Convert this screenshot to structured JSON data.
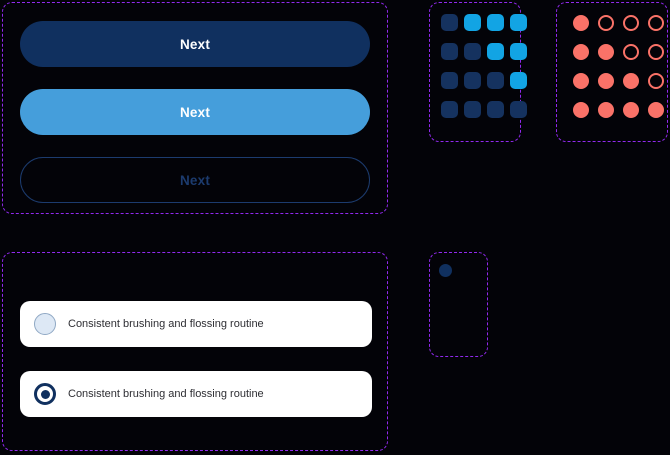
{
  "theme": {
    "background": "#030308",
    "panel_border": "#9129EE",
    "primary_navy": "#10305F",
    "secondary_blue": "#459EDB",
    "accent_cyan": "#12A4E4",
    "accent_salmon": "#FA7268",
    "card_background": "#FFFFFF",
    "card_text": "#2E2E33"
  },
  "buttons_panel": {
    "items": [
      {
        "label": "Next",
        "state": "primary"
      },
      {
        "label": "Next",
        "state": "secondary"
      },
      {
        "label": "Next",
        "state": "disabled"
      }
    ]
  },
  "checkbox_grid": {
    "rows": [
      [
        "off",
        "on",
        "on",
        "on"
      ],
      [
        "off",
        "off",
        "on",
        "on"
      ],
      [
        "off",
        "off",
        "off",
        "on"
      ],
      [
        "off",
        "off",
        "off",
        "off"
      ]
    ]
  },
  "radio_grid": {
    "rows": [
      [
        "on",
        "off",
        "off",
        "off"
      ],
      [
        "on",
        "on",
        "off",
        "off"
      ],
      [
        "on",
        "on",
        "on",
        "off"
      ],
      [
        "on",
        "on",
        "on",
        "on"
      ]
    ]
  },
  "radio_cards": {
    "items": [
      {
        "label": "Consistent brushing and flossing routine",
        "selected": false
      },
      {
        "label": "Consistent brushing and flossing routine",
        "selected": true
      }
    ]
  },
  "radio_pair": {
    "items": [
      {
        "state": "unselected"
      },
      {
        "state": "selected"
      }
    ]
  }
}
